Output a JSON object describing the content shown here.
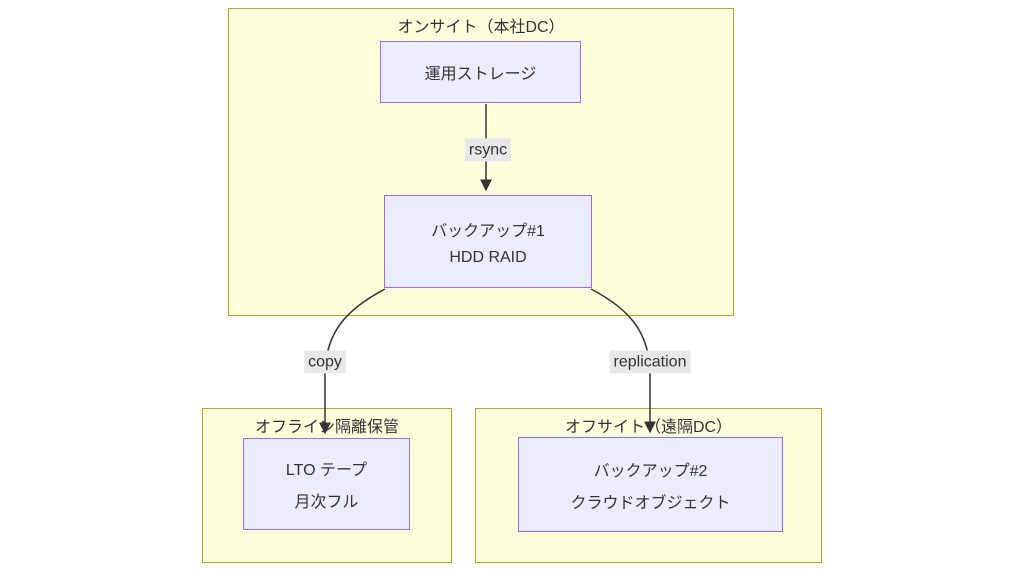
{
  "colors": {
    "background": "#ffffff",
    "cluster_fill": "#ffffde",
    "cluster_border": "#aaaa33",
    "node_fill": "#ececff",
    "node_border": "#9370db",
    "edge_line": "#333333",
    "edge_label_bg": "#e8e8e8",
    "text": "#333333"
  },
  "diagram": {
    "type": "flowchart",
    "clusters": {
      "onsite": {
        "title": "オンサイト（本社DC）"
      },
      "offline": {
        "title": "オフライン隔離保管"
      },
      "offsite": {
        "title": "オフサイト（遠隔DC）"
      }
    },
    "nodes": {
      "primary_storage": {
        "lines": [
          "運用ストレージ"
        ]
      },
      "backup1": {
        "lines": [
          "バックアップ#1",
          "HDD RAID"
        ]
      },
      "lto": {
        "lines": [
          "LTO テープ",
          "月次フル"
        ]
      },
      "backup2": {
        "lines": [
          "バックアップ#2",
          "クラウドオブジェクト"
        ]
      }
    },
    "edges": [
      {
        "from": "primary_storage",
        "to": "backup1",
        "label": "rsync"
      },
      {
        "from": "backup1",
        "to": "lto",
        "label": "copy"
      },
      {
        "from": "backup1",
        "to": "backup2",
        "label": "replication"
      }
    ]
  }
}
